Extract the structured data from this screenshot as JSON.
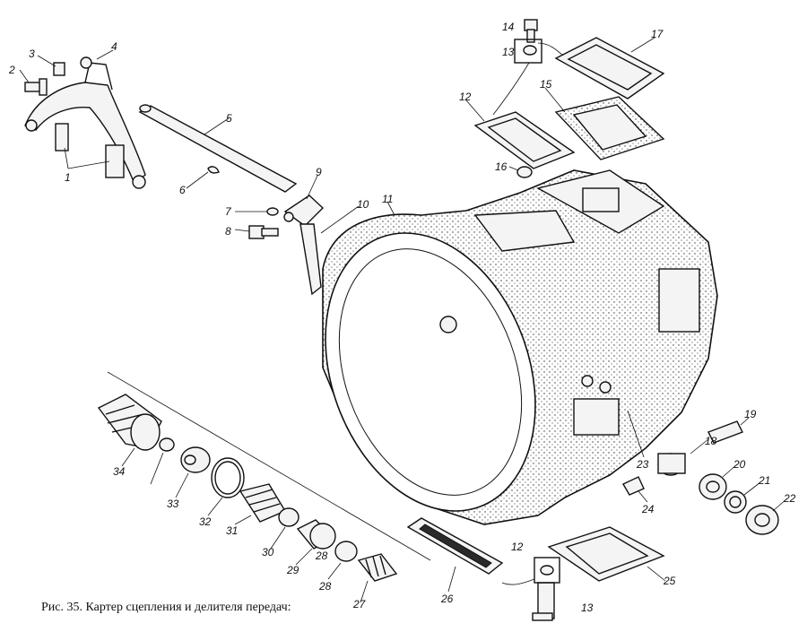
{
  "caption": "Рис. 35. Картер сцепления и делителя передач:",
  "labels": [
    "1",
    "2",
    "3",
    "4",
    "5",
    "6",
    "7",
    "8",
    "9",
    "10",
    "11",
    "12",
    "13",
    "14",
    "15",
    "16",
    "17",
    "18",
    "19",
    "20",
    "21",
    "22",
    "23",
    "24",
    "25",
    "26",
    "27",
    "28",
    "29",
    "30",
    "31",
    "32",
    "33",
    "34"
  ]
}
